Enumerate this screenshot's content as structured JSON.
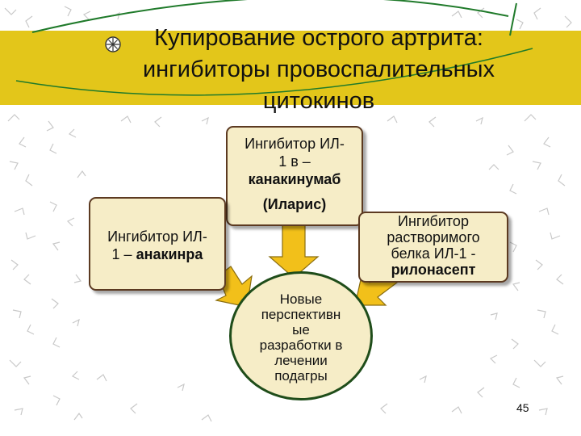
{
  "slide": {
    "title": "Купирование острого артрита: ингибиторы провоспалительных цитокинов",
    "page_number": "45"
  },
  "boxes": {
    "top": {
      "line1": "Ингибитор ИЛ-",
      "line2": "1 в –",
      "line3": "канакинумаб",
      "line4": "(Иларис)"
    },
    "left": {
      "line1": "Ингибитор ИЛ-",
      "line2_plain": "1 – ",
      "line2_bold": "анакинра"
    },
    "right": {
      "line1": "Ингибитор",
      "line2": "растворимого",
      "line3": "белка ИЛ-1 -",
      "line4": "рилонасепт"
    }
  },
  "center_circle": {
    "lines": [
      "Новые",
      "перспективн",
      "ые",
      "разработки в",
      "лечении",
      "подагры"
    ]
  },
  "colors": {
    "title_band": "#e3c61a",
    "box_fill": "#f6edc7",
    "arrow_fill": "#f2c01a",
    "circle_border": "#1f4d1a"
  }
}
